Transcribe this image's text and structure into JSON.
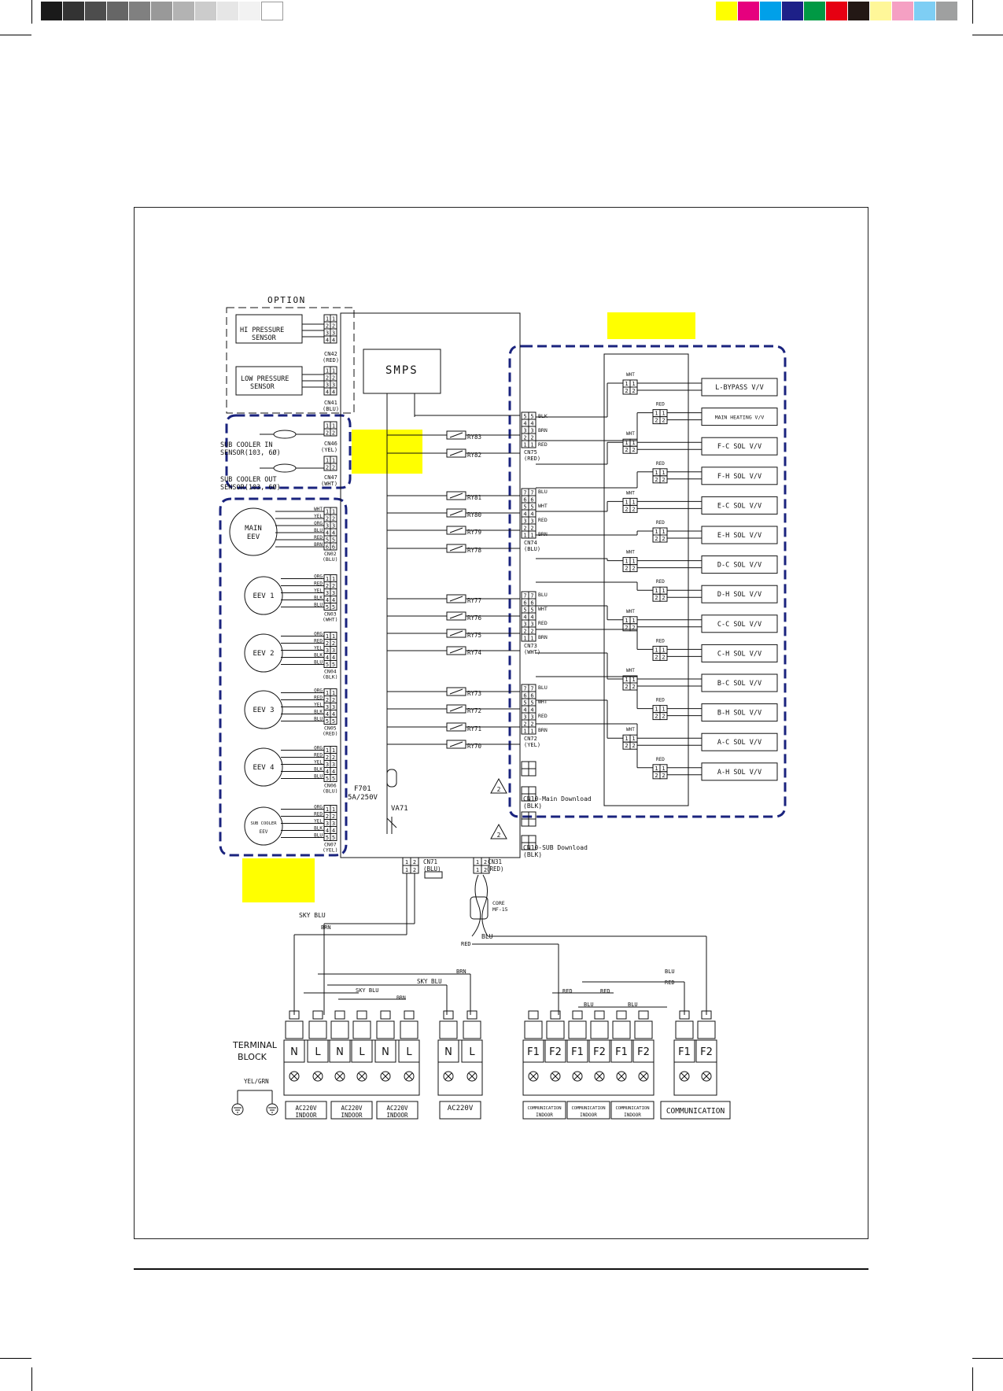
{
  "option_label": "OPTION",
  "smps_label": "SMPS",
  "fuse": {
    "name": "F701",
    "rating": "5A/250V"
  },
  "varistor": "VA71",
  "sensors": [
    {
      "name": "HI PRESSURE\nSENSOR",
      "line1": "HI PRESSURE",
      "line2": "SENSOR",
      "connector": "CN42",
      "color": "(RED)"
    },
    {
      "name": "LOW PRESSURE\nSENSOR",
      "line1": "LOW PRESSURE",
      "line2": "SENSOR",
      "connector": "CN41",
      "color": "(BLU)"
    }
  ],
  "sub_cooler": [
    {
      "line1": "SUB COOLER IN",
      "line2": "SENSOR(103, 6Ø)",
      "connector": "CN46",
      "color": "(YEL)"
    },
    {
      "line1": "SUB COOLER OUT",
      "line2": "SENSOR(103, 6Ø)",
      "connector": "CN47",
      "color": "(WHT)"
    }
  ],
  "eevs": [
    {
      "name_line1": "MAIN",
      "name_line2": "EEV",
      "wires": [
        "WHT",
        "YEL",
        "ORG",
        "BLU",
        "RED",
        "BRN"
      ],
      "connector": "CN02",
      "color": "(BLU)"
    },
    {
      "name_line1": "EEV 1",
      "name_line2": "",
      "wires": [
        "ORG",
        "RED",
        "YEL",
        "BLK",
        "BLU"
      ],
      "connector": "CN03",
      "color": "(WHT)"
    },
    {
      "name_line1": "EEV 2",
      "name_line2": "",
      "wires": [
        "ORG",
        "RED",
        "YEL",
        "BLK",
        "BLU"
      ],
      "connector": "CN04",
      "color": "(BLK)"
    },
    {
      "name_line1": "EEV 3",
      "name_line2": "",
      "wires": [
        "ORG",
        "RED",
        "YEL",
        "BLK",
        "BLU"
      ],
      "connector": "CN05",
      "color": "(RED)"
    },
    {
      "name_line1": "EEV 4",
      "name_line2": "",
      "wires": [
        "ORG",
        "RED",
        "YEL",
        "BLK",
        "BLU"
      ],
      "connector": "CN06",
      "color": "(BLU)"
    },
    {
      "name_line1": "SUB COOLER",
      "name_line2": "EEV",
      "wires": [
        "ORG",
        "RED",
        "YEL",
        "BLK",
        "BLU"
      ],
      "connector": "CN07",
      "color": "(YEL)"
    }
  ],
  "relays": [
    "RY83",
    "RY82",
    "RY81",
    "RY80",
    "RY79",
    "RY78",
    "RY77",
    "RY76",
    "RY75",
    "RY74",
    "RY73",
    "RY72",
    "RY71",
    "RY70"
  ],
  "right_connectors": [
    {
      "name": "CN75",
      "color": "(RED)",
      "wires": [
        "BLK",
        "BRN",
        "RED"
      ]
    },
    {
      "name": "CN74",
      "color": "(BLU)",
      "wires": [
        "BLU",
        "WHT",
        "RED",
        "BRN"
      ]
    },
    {
      "name": "CN73",
      "color": "(WHT)",
      "wires": [
        "BLU",
        "WHT",
        "RED",
        "BRN"
      ]
    },
    {
      "name": "CN72",
      "color": "(YEL)",
      "wires": [
        "BLU",
        "WHT",
        "RED",
        "BRN"
      ]
    }
  ],
  "valves": [
    {
      "label": "L-BYPASS V/V",
      "plug": "WHT"
    },
    {
      "label": "MAIN HEATING V/V",
      "plug": "RED"
    },
    {
      "label": "F-C SOL V/V",
      "plug": "WHT"
    },
    {
      "label": "F-H SOL V/V",
      "plug": "RED"
    },
    {
      "label": "E-C SOL V/V",
      "plug": "WHT"
    },
    {
      "label": "E-H SOL V/V",
      "plug": "RED"
    },
    {
      "label": "D-C SOL V/V",
      "plug": "WHT"
    },
    {
      "label": "D-H SOL V/V",
      "plug": "RED"
    },
    {
      "label": "C-C SOL V/V",
      "plug": "WHT"
    },
    {
      "label": "C-H SOL V/V",
      "plug": "RED"
    },
    {
      "label": "B-C SOL V/V",
      "plug": "WHT"
    },
    {
      "label": "B-H SOL V/V",
      "plug": "RED"
    },
    {
      "label": "A-C SOL V/V",
      "plug": "WHT"
    },
    {
      "label": "A-H SOL V/V",
      "plug": "RED"
    }
  ],
  "download": [
    {
      "label": "CN10-Main Download",
      "color": "(BLK)"
    },
    {
      "label": "CN10-SUB Download",
      "color": "(BLK)"
    }
  ],
  "bottom_connectors": [
    {
      "name": "CN71",
      "color": "(BLU)"
    },
    {
      "name": "CN31",
      "color": "(RED)"
    }
  ],
  "ferrite": {
    "line1": "CORE",
    "line2": "MF-15"
  },
  "wire_labels": {
    "sky_blu": "SKY BLU",
    "brn": "BRN",
    "blu": "BLU",
    "red": "RED",
    "yel_grn": "YEL/GRN"
  },
  "terminal_block": {
    "title_line1": "TERMINAL",
    "title_line2": "BLOCK",
    "power_terminals": [
      "N",
      "L",
      "N",
      "L",
      "N",
      "L",
      "N",
      "L"
    ],
    "power_labels": [
      {
        "line1": "AC220V",
        "line2": "INDOOR"
      },
      {
        "line1": "AC220V",
        "line2": "INDOOR"
      },
      {
        "line1": "AC220V",
        "line2": "INDOOR"
      },
      {
        "line1": "AC220V",
        "line2": ""
      }
    ],
    "comm_terminals": [
      "F1",
      "F2",
      "F1",
      "F2",
      "F1",
      "F2",
      "F1",
      "F2"
    ],
    "comm_labels": [
      {
        "line1": "COMMUNICATION",
        "line2": "INDOOR"
      },
      {
        "line1": "COMMUNICATION",
        "line2": "INDOOR"
      },
      {
        "line1": "COMMUNICATION",
        "line2": "INDOOR"
      },
      {
        "line1": "COMMUNICATION",
        "line2": ""
      }
    ]
  },
  "colors": {
    "dashed_box": "#1a237e",
    "highlight": "#ffff00",
    "calibration_gray": [
      "#1a1a1a",
      "#333333",
      "#4d4d4d",
      "#666666",
      "#808080",
      "#999999",
      "#b3b3b3",
      "#cccccc",
      "#e6e6e6",
      "#f2f2f2",
      "#ffffff"
    ],
    "calibration_color": [
      "#ffff00",
      "#e6007e",
      "#00a0e9",
      "#1d2088",
      "#009944",
      "#e60012",
      "#231815",
      "#fff799",
      "#f5a0c3",
      "#7ecef4",
      "#9fa0a0"
    ]
  }
}
